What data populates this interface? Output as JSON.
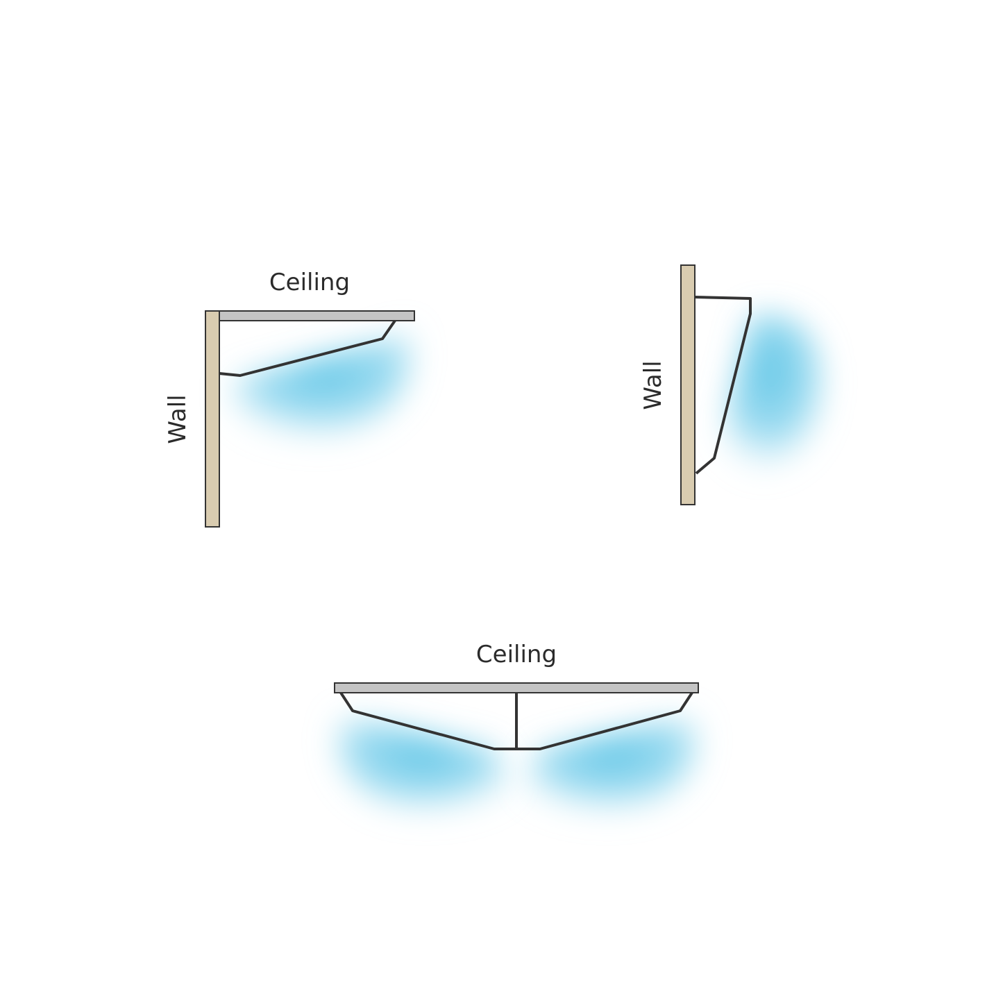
{
  "colors": {
    "background": "#ffffff",
    "wall": "#d9ccb0",
    "ceiling": "#c4c4c4",
    "outline": "#333333",
    "light": "#5bc4e6"
  },
  "diagram": {
    "ceiling_corner": {
      "ceiling_label": "Ceiling",
      "wall_label": "Wall"
    },
    "wall_mount": {
      "wall_label": "Wall"
    },
    "ceiling_center": {
      "ceiling_label": "Ceiling"
    }
  }
}
